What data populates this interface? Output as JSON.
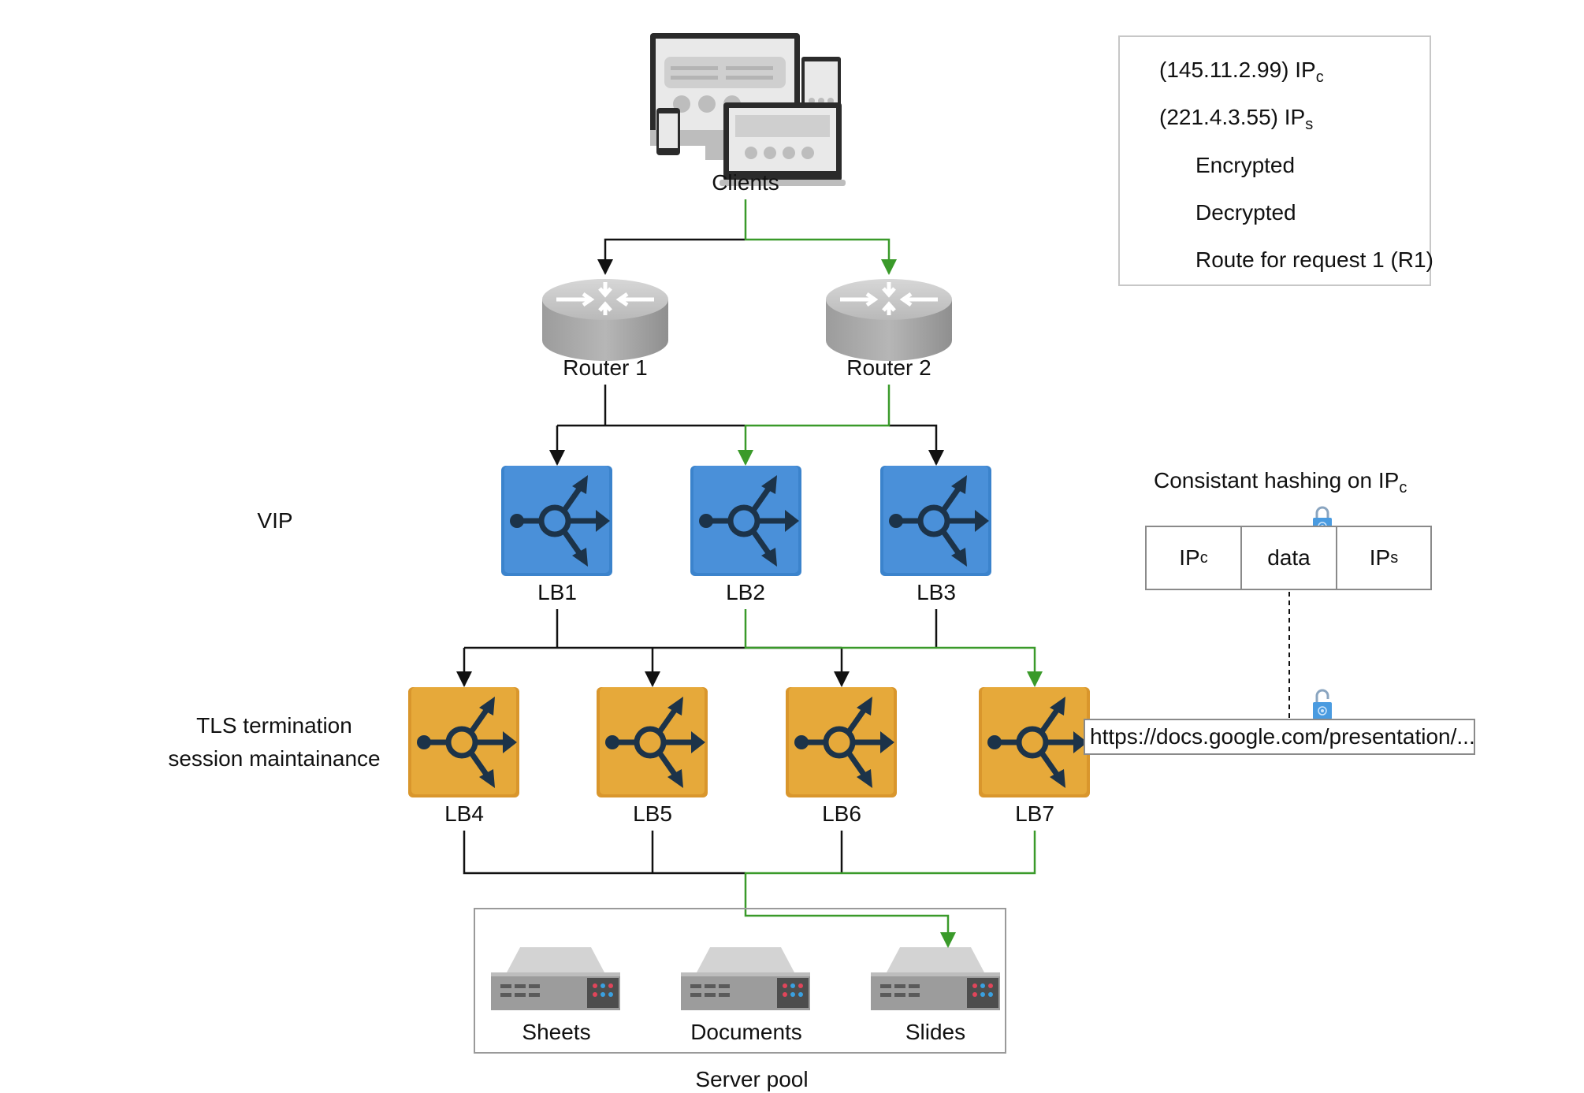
{
  "clients": {
    "label": "Clients",
    "icon": "devices-icon"
  },
  "routers": [
    {
      "label": "Router 1",
      "icon": "router-icon"
    },
    {
      "label": "Router 2",
      "icon": "router-icon"
    }
  ],
  "tiers": {
    "vip_label": "VIP",
    "tls_label_line1": "TLS termination",
    "tls_label_line2": "session maintainance"
  },
  "vip_lbs": [
    {
      "label": "LB1",
      "color": "#4A90D9"
    },
    {
      "label": "LB2",
      "color": "#4A90D9"
    },
    {
      "label": "LB3",
      "color": "#4A90D9"
    }
  ],
  "tls_lbs": [
    {
      "label": "LB4",
      "color": "#E6A93A"
    },
    {
      "label": "LB5",
      "color": "#E6A93A"
    },
    {
      "label": "LB6",
      "color": "#E6A93A"
    },
    {
      "label": "LB7",
      "color": "#E6A93A"
    }
  ],
  "server_pool": {
    "title": "Server pool",
    "servers": [
      {
        "label": "Sheets",
        "icon": "server-icon"
      },
      {
        "label": "Documents",
        "icon": "server-icon"
      },
      {
        "label": "Slides",
        "icon": "server-icon"
      }
    ]
  },
  "legend": {
    "ip_client": {
      "text": "(145.11.2.99) IP",
      "sub": "c"
    },
    "ip_server": {
      "text": "(221.4.3.55) IP",
      "sub": "s"
    },
    "encrypted": {
      "label": "Encrypted",
      "icon": "lock-closed-icon"
    },
    "decrypted": {
      "label": "Decrypted",
      "icon": "lock-open-icon"
    },
    "route": {
      "label": "Route for request 1 (R1)",
      "icon": "green-arrow-icon"
    }
  },
  "hashing": {
    "title": "Consistant hashing on IP",
    "title_sub": "c",
    "packet": [
      {
        "text": "IP",
        "sub": "c"
      },
      {
        "text": "data",
        "sub": ""
      },
      {
        "text": "IP",
        "sub": "s"
      }
    ],
    "url": "https://docs.google.com/presentation/..."
  },
  "colors": {
    "route_green": "#3A9A2A",
    "line_black": "#111111",
    "lock_blue": "#4A9BE0",
    "vip_lb": "#4A90D9",
    "tls_lb": "#E6A93A"
  }
}
